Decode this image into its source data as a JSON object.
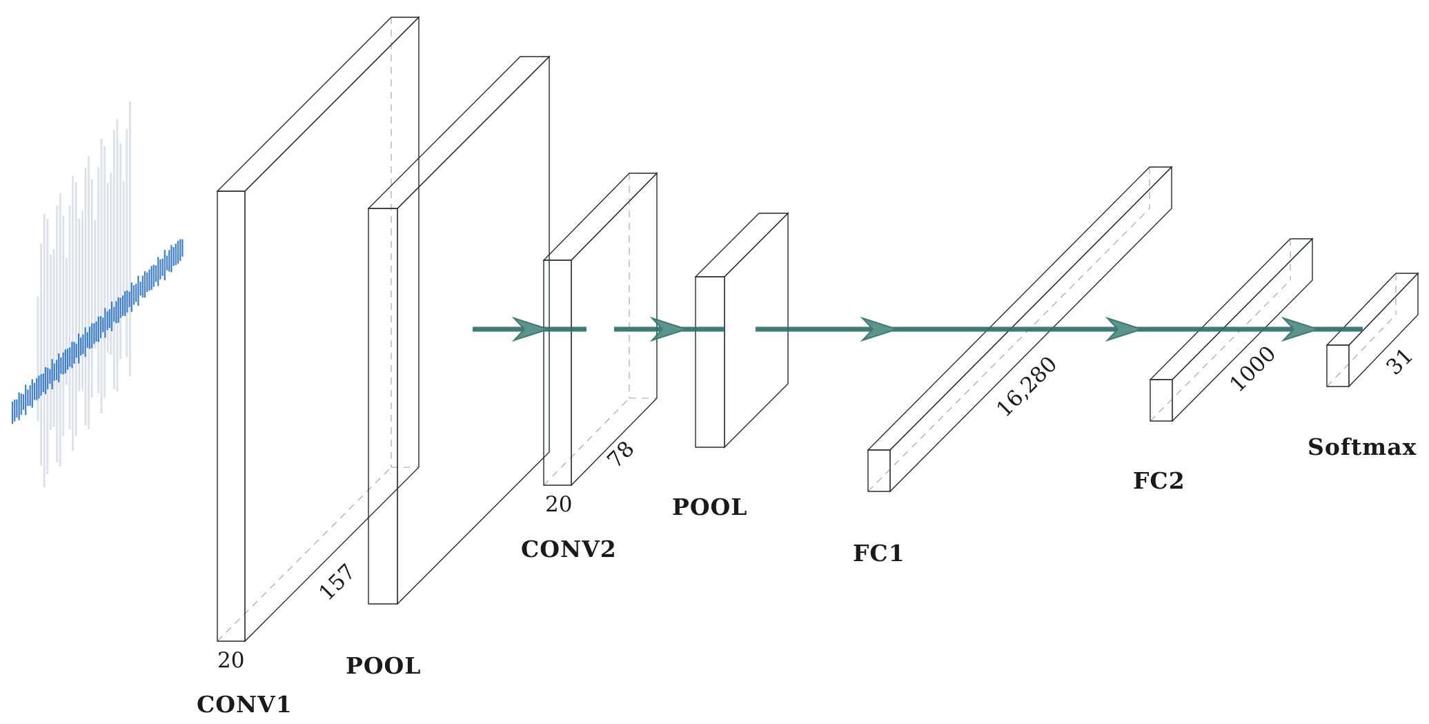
{
  "layers": [
    {
      "id": "conv1",
      "name": "CONV1",
      "depth_label": "20",
      "size_label": "157",
      "color": "light-green"
    },
    {
      "id": "pool1",
      "name": "POOL",
      "color": "dark-green"
    },
    {
      "id": "conv2",
      "name": "CONV2",
      "depth_label": "20",
      "size_label": "78",
      "color": "light-green"
    },
    {
      "id": "pool2",
      "name": "POOL",
      "color": "dark-green"
    },
    {
      "id": "fc1",
      "name": "FC1",
      "size_label": "16,280",
      "color": "blue"
    },
    {
      "id": "fc2",
      "name": "FC2",
      "size_label": "1000",
      "color": "blue"
    },
    {
      "id": "softmax",
      "name": "Softmax",
      "size_label": "31",
      "color": "blue"
    }
  ],
  "colors": {
    "light_green": "#90d5a8",
    "dark_green": "#126a38",
    "blue": "#4174c1",
    "connection": "#2f6f6a",
    "signal": "#3c7cc6",
    "signal_faint": "#dbe2ea"
  },
  "input_icon": "waveform-icon"
}
